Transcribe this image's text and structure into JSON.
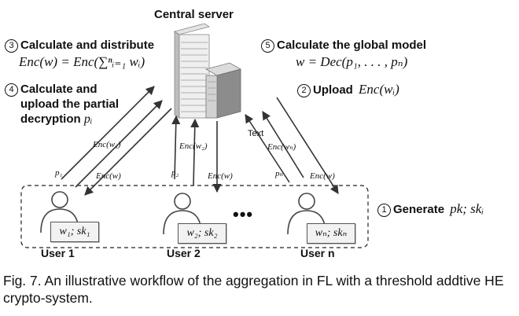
{
  "server": {
    "title": "Central server"
  },
  "steps": {
    "s3_title": "Calculate and distribute",
    "s3_formula": "Enc(w) = Enc(∑ⁿᵢ₌₁ wᵢ)",
    "s4_line1": "Calculate and",
    "s4_line2": "upload the partial",
    "s4_line3": "decryption",
    "s4_var": "pᵢ",
    "s5_title": "Calculate the global model",
    "s5_formula": "w = Dec(p₁, . . . , pₙ)",
    "s2_title": "Upload",
    "s2_formula": "Enc(wᵢ)",
    "s1_title": "Generate",
    "s1_formula": "pk; skᵢ",
    "num1": "1",
    "num2": "2",
    "num3": "3",
    "num4": "4",
    "num5": "5"
  },
  "arrows": {
    "u1_enc_wi": "Enc(w₁)",
    "u1_enc_w": "Enc(w)",
    "u1_p": "p₁",
    "u2_enc_wi": "Enc(w₂)",
    "u2_enc_w": "Enc(w)",
    "u2_p": "p₂",
    "un_enc_wi": "Enc(wₙ)",
    "un_enc_w": "Enc(w)",
    "un_p": "pₙ",
    "stray_text": "Text"
  },
  "users": [
    {
      "label": "User 1",
      "keys": "w₁; sk₁"
    },
    {
      "label": "User 2",
      "keys": "w₂; sk₂"
    },
    {
      "label": "User n",
      "keys": "wₙ; skₙ"
    }
  ],
  "ellipsis": "•••",
  "caption": "Fig. 7. An illustrative workflow of the aggregation in FL with a threshold addtive HE crypto-system."
}
